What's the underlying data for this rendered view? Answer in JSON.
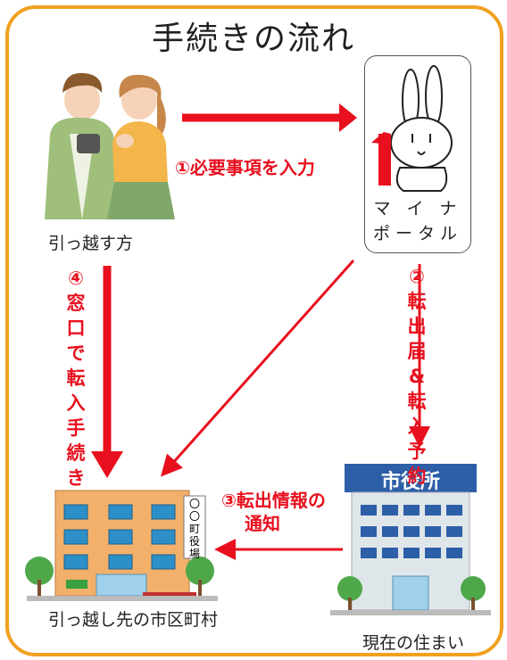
{
  "title": "手続きの流れ",
  "nodes": {
    "mover_label": "引っ越す方",
    "portal_line1": "マ イ ナ",
    "portal_line2": "ポータル",
    "city_hall_sign": "市役所",
    "current_home_label": "現在の住まい",
    "new_town_label": "引っ越し先の市区町村",
    "town_hall_sign": [
      "〇",
      "〇",
      "町",
      "役",
      "場"
    ]
  },
  "steps": {
    "step1": "①必要事項を入力",
    "step2": [
      "②",
      "転",
      "出",
      "届",
      "&",
      "転",
      "入",
      "予",
      "約"
    ],
    "step3_line1": "③転出情報の",
    "step3_line2": "通知",
    "step4": [
      "④",
      "窓",
      "口",
      "で",
      "転",
      "入",
      "手",
      "続",
      "き"
    ]
  },
  "colors": {
    "accent": "#e8101e",
    "frame": "#f0a020",
    "sign_blue": "#2d5ea8"
  }
}
